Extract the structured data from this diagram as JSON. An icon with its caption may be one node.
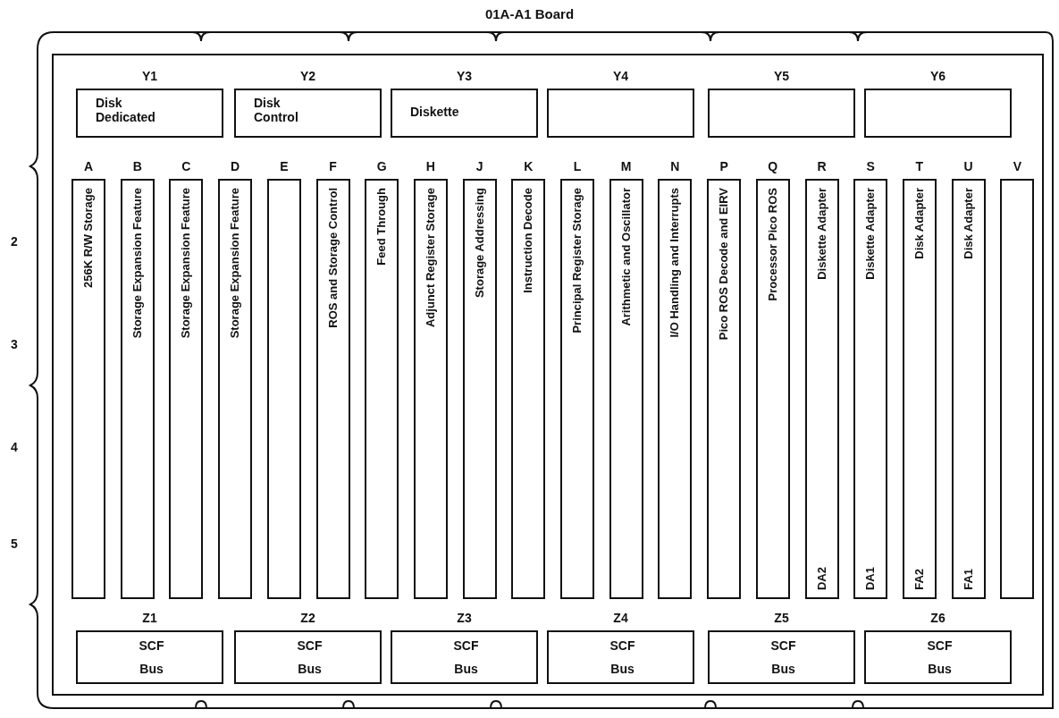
{
  "diagram": {
    "nodes": [
      {
        "text": [
          "01A-A1 Board"
        ]
      },
      {
        "text": [
          "Disk Dedicated"
        ],
        "beside": [
          "Y1"
        ],
        "in": 0
      },
      {
        "text": [
          "Disk Control"
        ],
        "beside": [
          "Y2"
        ],
        "in": 0
      },
      {
        "text": [
          "Diskette"
        ],
        "beside": [
          "Y3"
        ],
        "in": 0
      },
      {
        "text": [],
        "shape": "box",
        "beside": [
          "Y4"
        ],
        "in": 0
      },
      {
        "text": [],
        "shape": "box",
        "beside": [
          "Y5"
        ],
        "in": 0
      },
      {
        "text": [],
        "shape": "box",
        "beside": [
          "Y6"
        ],
        "in": 0
      },
      {
        "text": [
          "256K R/W Storage"
        ],
        "beside": [
          "A"
        ],
        "in": 0
      },
      {
        "text": [
          "Storage Expansion Feature"
        ],
        "beside": [
          "B"
        ],
        "in": 0
      },
      {
        "text": [
          "Storage Expansion Feature"
        ],
        "beside": [
          "C"
        ],
        "in": 0
      },
      {
        "text": [
          "Storage Expansion Feature"
        ],
        "beside": [
          "D"
        ],
        "in": 0
      },
      {
        "text": [],
        "shape": "box",
        "beside": [
          "E"
        ],
        "in": 0
      },
      {
        "text": [
          "ROS and Storage Control"
        ],
        "beside": [
          "F"
        ],
        "in": 0
      },
      {
        "text": [
          "Feed Through"
        ],
        "beside": [
          "G"
        ],
        "in": 0
      },
      {
        "text": [
          "Adjunct Register Storage"
        ],
        "beside": [
          "H"
        ],
        "in": 0
      },
      {
        "text": [
          "Storage Addressing"
        ],
        "beside": [
          "J"
        ],
        "in": 0
      },
      {
        "text": [
          "Instruction Decode"
        ],
        "beside": [
          "K"
        ],
        "in": 0
      },
      {
        "text": [
          "Principal Register Storage"
        ],
        "beside": [
          "L"
        ],
        "in": 0
      },
      {
        "text": [
          "Arithmetic and Oscillator"
        ],
        "beside": [
          "M"
        ],
        "in": 0
      },
      {
        "text": [
          "I/O Handling and Interrupts"
        ],
        "beside": [
          "N"
        ],
        "in": 0
      },
      {
        "text": [
          "Pico ROS Decode and EIRV"
        ],
        "beside": [
          "P"
        ],
        "in": 0
      },
      {
        "text": [
          "Processor Pico ROS"
        ],
        "beside": [
          "Q"
        ],
        "in": 0
      },
      {
        "text": [
          "Diskette Adapter",
          "DA2"
        ],
        "beside": [
          "R"
        ],
        "in": 0
      },
      {
        "text": [
          "Diskette Adapter",
          "DA1"
        ],
        "beside": [
          "S"
        ],
        "in": 0
      },
      {
        "text": [
          "Disk Adapter",
          "FA2"
        ],
        "beside": [
          "T"
        ],
        "in": 0
      },
      {
        "text": [
          "Disk Adapter",
          "FA1"
        ],
        "beside": [
          "U"
        ],
        "in": 0
      },
      {
        "text": [],
        "shape": "box",
        "beside": [
          "V"
        ],
        "in": 0
      },
      {
        "text": [
          "SCF Bus"
        ],
        "beside": [
          "Z1"
        ],
        "in": 0
      },
      {
        "text": [
          "SCF Bus"
        ],
        "beside": [
          "Z2"
        ],
        "in": 0
      },
      {
        "text": [
          "SCF Bus"
        ],
        "beside": [
          "Z3"
        ],
        "in": 0
      },
      {
        "text": [
          "SCF Bus"
        ],
        "beside": [
          "Z4"
        ],
        "in": 0
      },
      {
        "text": [
          "SCF Bus"
        ],
        "beside": [
          "Z5"
        ],
        "in": 0
      },
      {
        "text": [
          "SCF Bus"
        ],
        "beside": [
          "Z6"
        ],
        "in": 0
      }
    ],
    "edges": [],
    "labels": [
      "2",
      "3",
      "4",
      "5"
    ]
  }
}
